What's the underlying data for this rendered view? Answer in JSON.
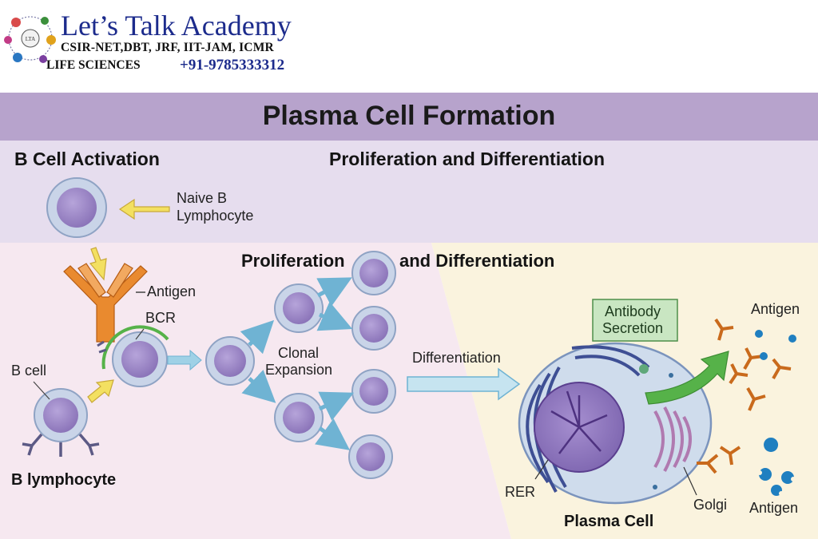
{
  "header": {
    "academy": "Let’s Talk Academy",
    "exams": "CSIR-NET,DBT, JRF, IIT-JAM, ICMR",
    "life_sciences": "LIFE SCIENCES",
    "phone": "+91-9785333312"
  },
  "title": "Plasma Cell Formation",
  "sections": {
    "activation": "B Cell Activation",
    "prolif_top": "Proliferation and Differentiation",
    "prolif_mid_a": "Proliferation",
    "prolif_mid_b": "and Differentiation"
  },
  "labels": {
    "naive_b": "Naive B",
    "lymphocyte": "Lymphocyte",
    "antigen": "Antigen",
    "bcr": "BCR",
    "b_cell": "B cell",
    "b_lymphocyte": "B lymphocyte",
    "clonal": "Clonal",
    "expansion": "Expansion",
    "differentiation": "Differentiation",
    "antibody": "Antibody",
    "secretion": "Secretion",
    "antigen_right_top": "Antigen",
    "antigen_right_bottom": "Antigen",
    "rer": "RER",
    "golgi": "Golgi",
    "plasma_cell": "Plasma Cell"
  },
  "colors": {
    "title_bar": "#b7a3cc",
    "top_band": "#e6ddee",
    "left_panel": "#f6e8f0",
    "right_panel": "#faf3de",
    "cell_fill": "#9b86c4",
    "cell_ring": "#c9d4e8",
    "arrow_yellow": "#f3e061",
    "arrow_blue": "#9fd1e6",
    "antibody_orange": "#e98a2f",
    "receptor_purple": "#5c5a85",
    "secretion_green": "#56b249",
    "antigen_blue": "#1f7fc0"
  }
}
